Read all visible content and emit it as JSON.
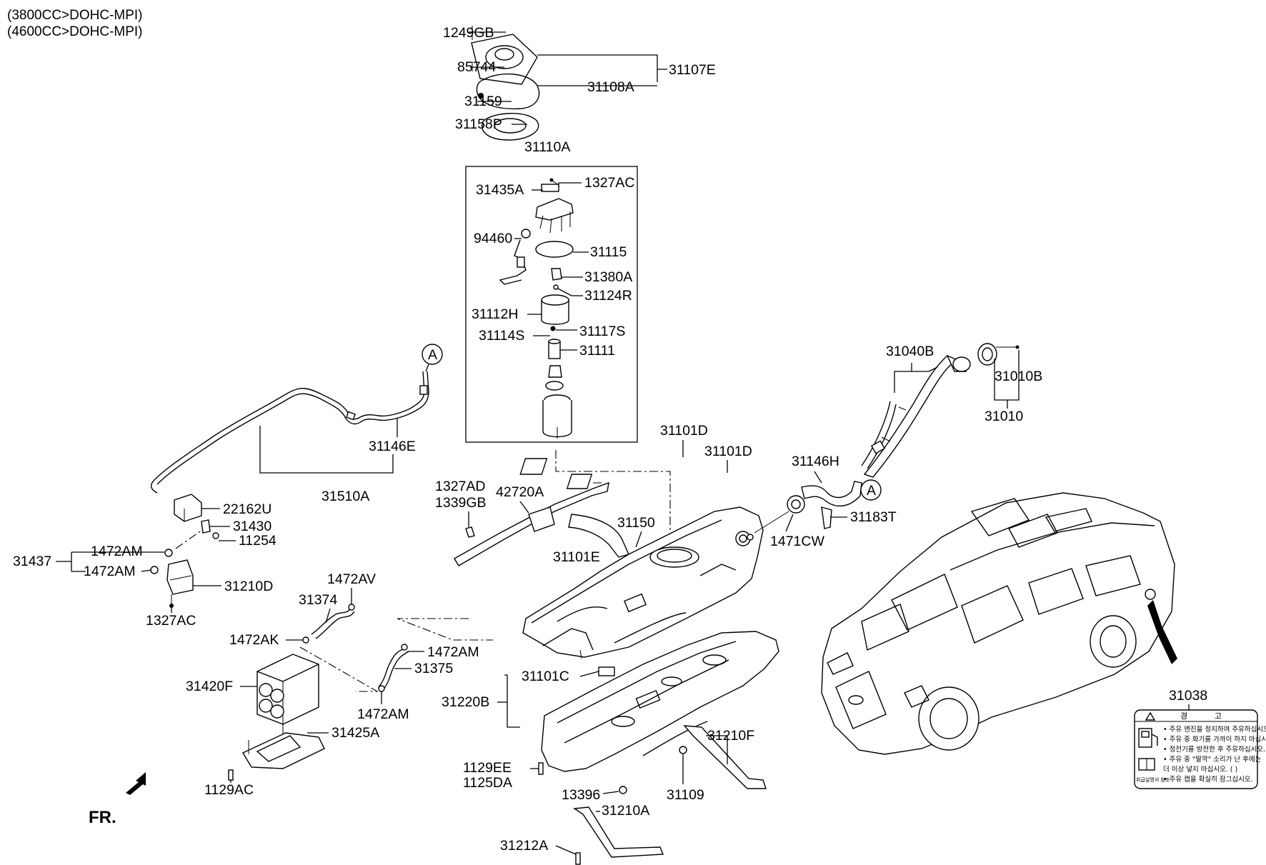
{
  "header": {
    "line1": "(3800CC>DOHC-MPI)",
    "line2": "(4600CC>DOHC-MPI)"
  },
  "callouts": {
    "1249GB": "1249GB",
    "85744": "85744",
    "31107E": "31107E",
    "31108A": "31108A",
    "31159": "31159",
    "31158P": "31158P",
    "31110A": "31110A",
    "31435A": "31435A",
    "1327AC_top": "1327AC",
    "94460": "94460",
    "31115": "31115",
    "31380A": "31380A",
    "31124R": "31124R",
    "31112H": "31112H",
    "31114S": "31114S",
    "31117S": "31117S",
    "31111": "31111",
    "31040B": "31040B",
    "31010B": "31010B",
    "31010": "31010",
    "31146E": "31146E",
    "31510A": "31510A",
    "22162U": "22162U",
    "31430": "31430",
    "11254": "11254",
    "31437": "31437",
    "1472AM_1": "1472AM",
    "1472AM_2": "1472AM",
    "31210D": "31210D",
    "1327AC_left": "1327AC",
    "1327AD": "1327AD",
    "1339GB": "1339GB",
    "42720A": "42720A",
    "31101D_1": "31101D",
    "31101D_2": "31101D",
    "31146H": "31146H",
    "31150": "31150",
    "31101E": "31101E",
    "1471CW": "1471CW",
    "31183T": "31183T",
    "1472AV": "1472AV",
    "31374": "31374",
    "1472AK": "1472AK",
    "1472AM_3": "1472AM",
    "31375": "31375",
    "31420F": "31420F",
    "1472AM_4": "1472AM",
    "31425A": "31425A",
    "1129AC": "1129AC",
    "31101C": "31101C",
    "31220B": "31220B",
    "1129EE": "1129EE",
    "1125DA": "1125DA",
    "13396": "13396",
    "31210F": "31210F",
    "31109": "31109",
    "31210A": "31210A",
    "31212A": "31212A",
    "31038": "31038"
  },
  "markers": {
    "a1": "A",
    "a2": "A"
  },
  "front_marker": "FR.",
  "warning_label": {
    "title_left": "경",
    "title_right": "고",
    "lines": [
      "• 주유 엔진을 정지하여 주유하십시오.",
      "• 주유 중 화기를 가까이 하지 마십시오.",
      "• 정전기를 방전한 후 주유하십시오.",
      "• 주유 중 \"딸깍\" 소리가 난 후에는",
      "  더 이상 넣지 마십시오. (      )",
      "• 주유 캡을 확실히 잠그십시오."
    ],
    "icon_caption": "취급설명서 참조"
  },
  "icons": [
    "fuel-pump-icon",
    "manual-book-icon",
    "fr-arrow-icon"
  ]
}
